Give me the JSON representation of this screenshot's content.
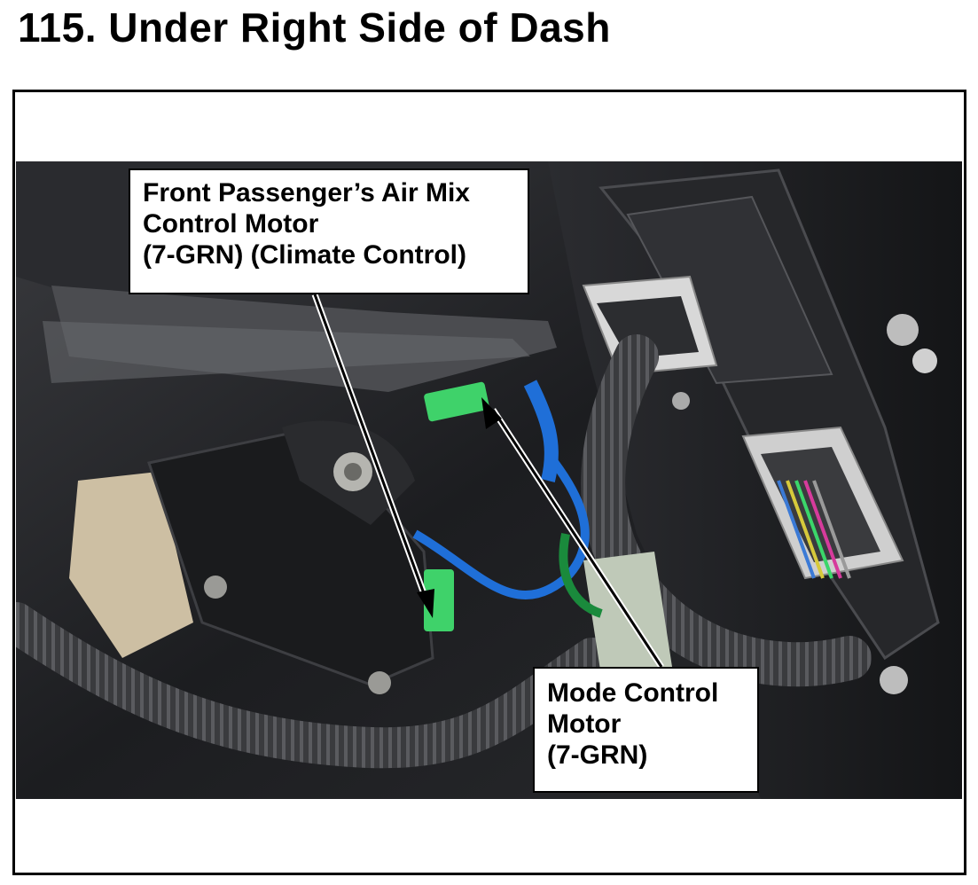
{
  "header": {
    "title": "115.  Under Right Side of Dash"
  },
  "callouts": {
    "air_mix": {
      "lines": [
        "Front Passenger’s Air Mix",
        "Control Motor",
        "(7-GRN) (Climate Control)"
      ]
    },
    "mode": {
      "lines": [
        "Mode Control",
        "Motor",
        "(7-GRN)"
      ]
    }
  },
  "photo": {
    "connector_color": "#3fd26a",
    "wire_blue": "#1f6fd8",
    "background_dark": "#1e1f22"
  }
}
